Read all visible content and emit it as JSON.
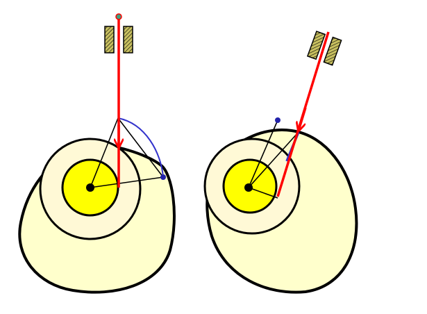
{
  "colors": {
    "background": "#ffffff",
    "cam_fill": "#ffffcc",
    "base_circle_fill": "#fff9d6",
    "shaft_hub_fill": "#ffff00",
    "outline": "#000000",
    "follower": "#ff0000",
    "follower_arrow": "#ff0000",
    "guide_block": "#c8c060",
    "guide_hatch": "#000000",
    "construction_arc": "#3333cc",
    "construction_point": "#2222aa",
    "follower_tip": "#40a080"
  },
  "diagrams": [
    {
      "id": "left",
      "follower_axis": "vertical"
    },
    {
      "id": "right",
      "follower_axis": "inclined"
    }
  ]
}
